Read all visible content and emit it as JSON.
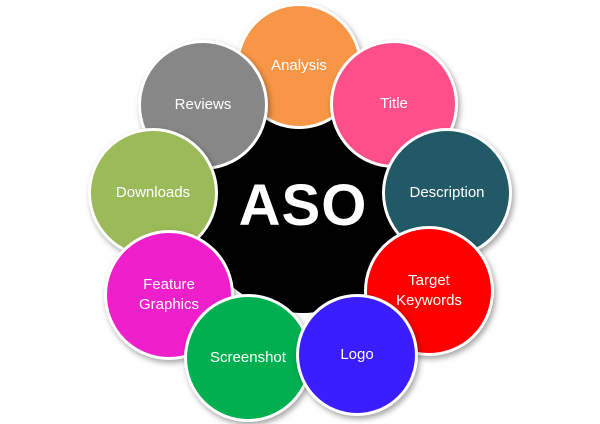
{
  "center": {
    "label": "ASO",
    "color": "#000000"
  },
  "petals": [
    {
      "label": "Analysis",
      "color": "#F79646"
    },
    {
      "label": "Title",
      "color": "#FF4F8B"
    },
    {
      "label": "Description",
      "color": "#215967"
    },
    {
      "label": "Target\nKeywords",
      "color": "#FF0000"
    },
    {
      "label": "Logo",
      "color": "#3B1EFF"
    },
    {
      "label": "Screenshot",
      "color": "#00B050"
    },
    {
      "label": "Feature\nGraphics",
      "color": "#F01FCC"
    },
    {
      "label": "Downloads",
      "color": "#9BBB59"
    },
    {
      "label": "Reviews",
      "color": "#878787"
    }
  ]
}
